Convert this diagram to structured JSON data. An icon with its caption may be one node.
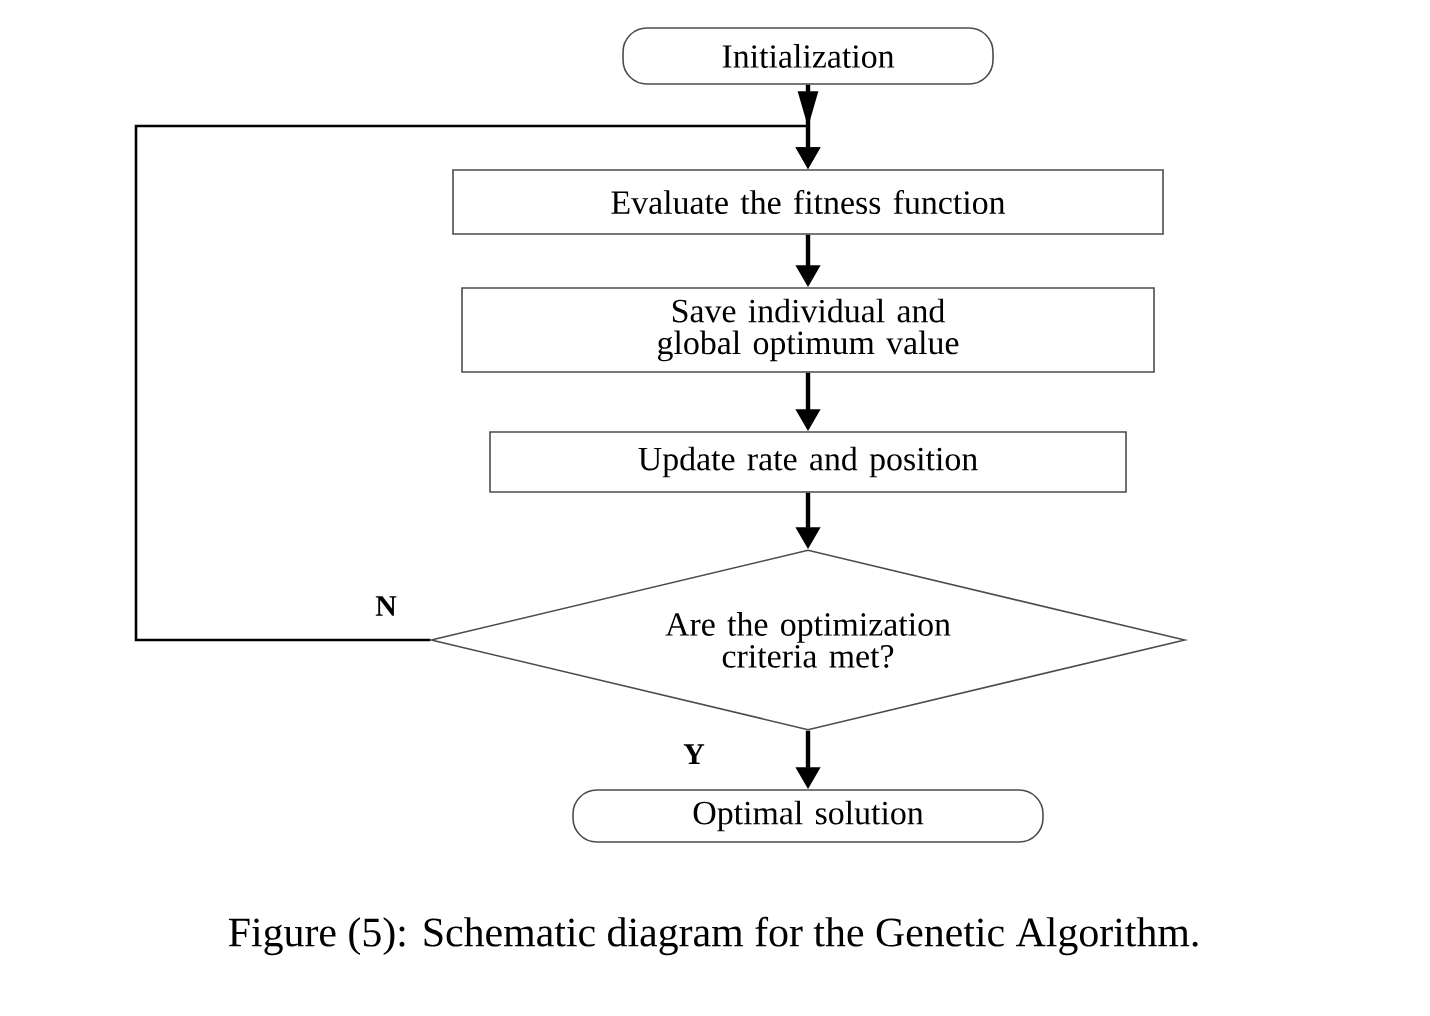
{
  "diagram": {
    "caption": "Figure (5): Schematic diagram for the Genetic Algorithm.",
    "nodes": [
      {
        "text": [
          "Initialization"
        ]
      },
      {
        "text": [
          "Evaluate the fitness function"
        ]
      },
      {
        "text": [
          "Save individual and global optimum value"
        ]
      },
      {
        "text": [
          "Update rate and position"
        ]
      },
      {
        "text": [
          "Are the optimization criteria met?"
        ]
      },
      {
        "text": [
          "Optimal solution"
        ]
      }
    ],
    "edges": [
      {
        "from": 0,
        "to": 1,
        "arrow": "to"
      },
      {
        "from": 1,
        "to": 2,
        "arrow": "to"
      },
      {
        "from": 2,
        "to": 3,
        "arrow": "to"
      },
      {
        "from": 3,
        "to": 4,
        "arrow": "to"
      },
      {
        "from": 4,
        "to": 1,
        "arrow": "to",
        "label": "N"
      },
      {
        "from": 4,
        "to": 5,
        "arrow": "to",
        "label": "Y"
      }
    ]
  }
}
